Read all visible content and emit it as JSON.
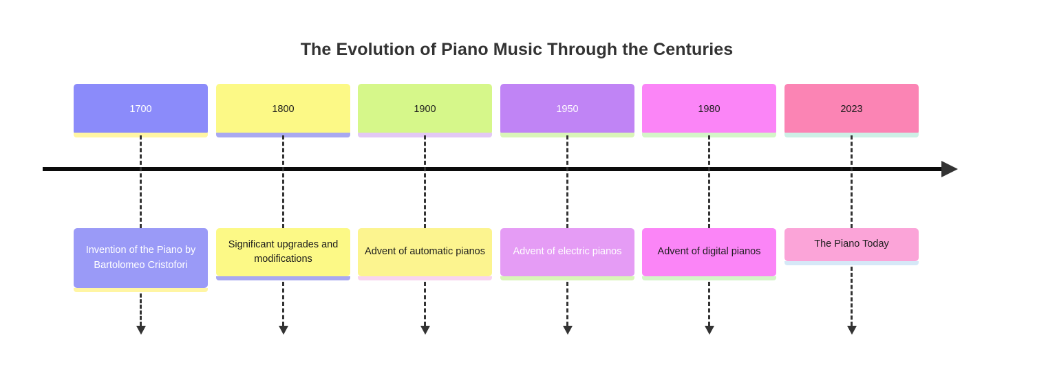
{
  "diagram": {
    "title": "The Evolution of Piano Music Through the Centuries",
    "type": "timeline",
    "axis": {
      "direction": "left-to-right",
      "arrow": "right-arrow"
    },
    "background_color": "#ffffff",
    "title_color": "#333333",
    "axis_color": "#0b0b0b",
    "connector_color": "#333333",
    "entries": [
      {
        "period": "1700",
        "event": "Invention of the Piano by Bartolomeo Cristofori",
        "period_fill": "#8b8bfa",
        "period_text_color": "#ffffff",
        "period_shadow": "#fff5a3",
        "event_fill": "#9a9af7",
        "event_text_color": "#ffffff",
        "event_shadow": "#fff5a3"
      },
      {
        "period": "1800",
        "event": "Significant upgrades and modifications",
        "period_fill": "#fcf986",
        "period_text_color": "#1c1c1c",
        "period_shadow": "#a9a9f0",
        "event_fill": "#fcf986",
        "event_text_color": "#1c1c1c",
        "event_shadow": "#a9a9f0"
      },
      {
        "period": "1900",
        "event": "Advent of automatic pianos",
        "period_fill": "#d6f78a",
        "period_text_color": "#1c1c1c",
        "period_shadow": "#e3c8f5",
        "event_fill": "#fcf48f",
        "event_text_color": "#1c1c1c",
        "event_shadow": "#f8d4ee",
        "event_fill_note": "light yellow"
      },
      {
        "period": "1950",
        "event": "Advent of electric pianos",
        "period_fill": "#c084f5",
        "period_text_color": "#ffffff",
        "period_shadow": "#d9f5b8",
        "event_fill": "#e59cf5",
        "event_text_color": "#ffffff",
        "event_shadow": "#d9f5b8"
      },
      {
        "period": "1980",
        "event": "Advent of digital pianos",
        "period_fill": "#fb85f7",
        "period_text_color": "#1c1c1c",
        "period_shadow": "#d4f5c8",
        "event_fill": "#fb85f7",
        "event_text_color": "#1c1c1c",
        "event_shadow": "#d4f5c8"
      },
      {
        "period": "2023",
        "event": "The Piano Today",
        "period_fill": "#fb84b4",
        "period_text_color": "#1c1c1c",
        "period_shadow": "#cdf0e6",
        "event_fill": "#fba4d8",
        "event_text_color": "#1c1c1c",
        "event_shadow": "#d6e8f7"
      }
    ]
  }
}
